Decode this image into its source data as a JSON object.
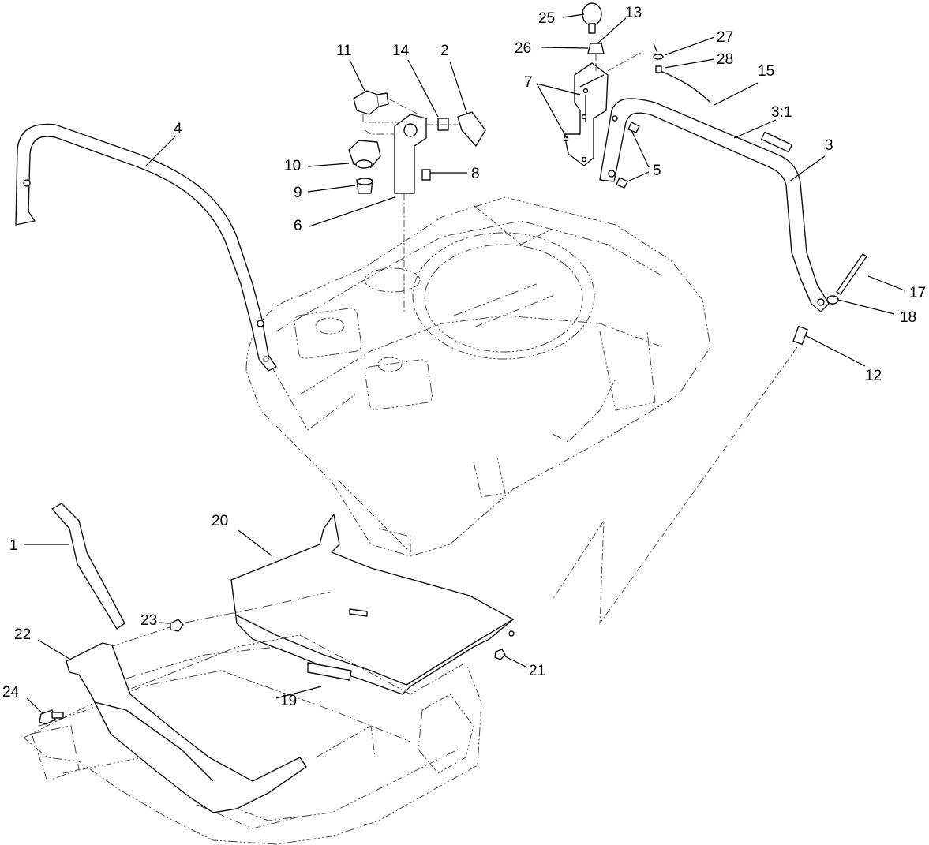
{
  "diagram": {
    "background": "#ffffff",
    "line_color": "#111111",
    "callouts": [
      {
        "id": "c1",
        "label": "1"
      },
      {
        "id": "c2",
        "label": "2"
      },
      {
        "id": "c3",
        "label": "3"
      },
      {
        "id": "c3-1",
        "label": "3:1"
      },
      {
        "id": "c4",
        "label": "4"
      },
      {
        "id": "c5",
        "label": "5"
      },
      {
        "id": "c6",
        "label": "6"
      },
      {
        "id": "c7",
        "label": "7"
      },
      {
        "id": "c8",
        "label": "8"
      },
      {
        "id": "c9",
        "label": "9"
      },
      {
        "id": "c10",
        "label": "10"
      },
      {
        "id": "c11",
        "label": "11"
      },
      {
        "id": "c12",
        "label": "12"
      },
      {
        "id": "c13",
        "label": "13"
      },
      {
        "id": "c14",
        "label": "14"
      },
      {
        "id": "c15",
        "label": "15"
      },
      {
        "id": "c17",
        "label": "17"
      },
      {
        "id": "c18",
        "label": "18"
      },
      {
        "id": "c19",
        "label": "19"
      },
      {
        "id": "c20",
        "label": "20"
      },
      {
        "id": "c21",
        "label": "21"
      },
      {
        "id": "c22",
        "label": "22"
      },
      {
        "id": "c23",
        "label": "23"
      },
      {
        "id": "c24",
        "label": "24"
      },
      {
        "id": "c25",
        "label": "25"
      },
      {
        "id": "c26",
        "label": "26"
      },
      {
        "id": "c27",
        "label": "27"
      },
      {
        "id": "c28",
        "label": "28"
      }
    ]
  }
}
